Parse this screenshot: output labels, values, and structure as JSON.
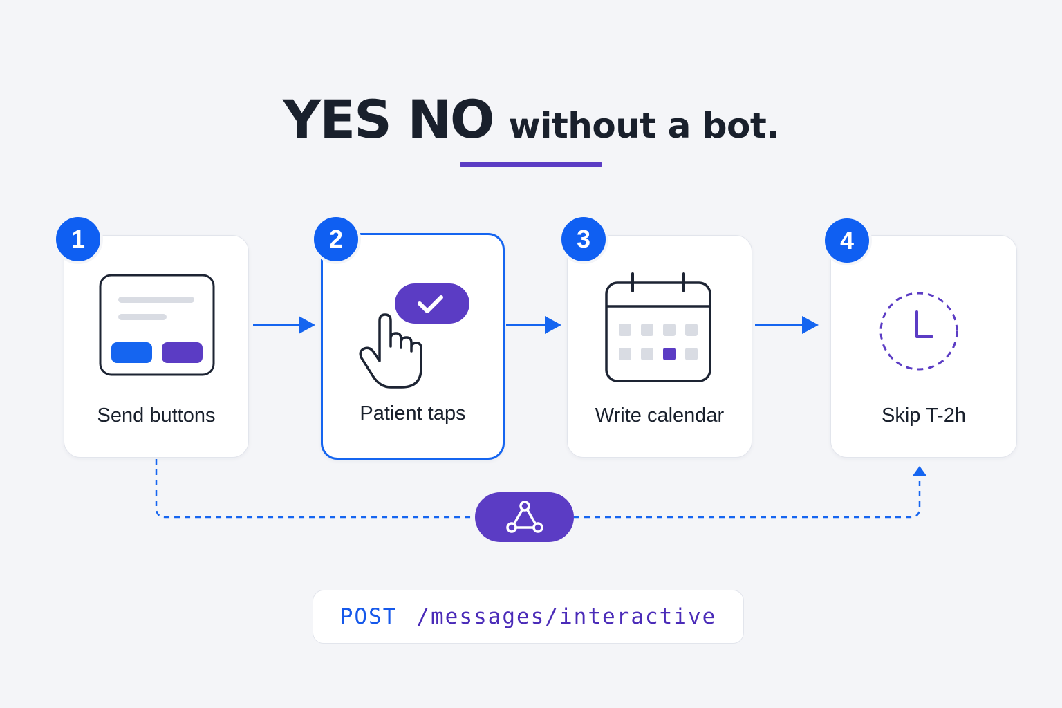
{
  "headline": {
    "big": "YES NO",
    "small": "without a bot."
  },
  "steps": [
    {
      "number": "1",
      "label": "Send buttons",
      "icon": "message-buttons-icon"
    },
    {
      "number": "2",
      "label": "Patient taps",
      "icon": "tap-hand-icon"
    },
    {
      "number": "3",
      "label": "Write calendar",
      "icon": "calendar-icon"
    },
    {
      "number": "4",
      "label": "Skip T-2h",
      "icon": "clock-icon"
    }
  ],
  "hub": {
    "icon": "webhook-icon"
  },
  "endpoint": {
    "method": "POST",
    "path": "/messages/interactive"
  },
  "colors": {
    "blue": "#1565f0",
    "purple": "#5b3cc4",
    "background": "#f4f5f8"
  }
}
